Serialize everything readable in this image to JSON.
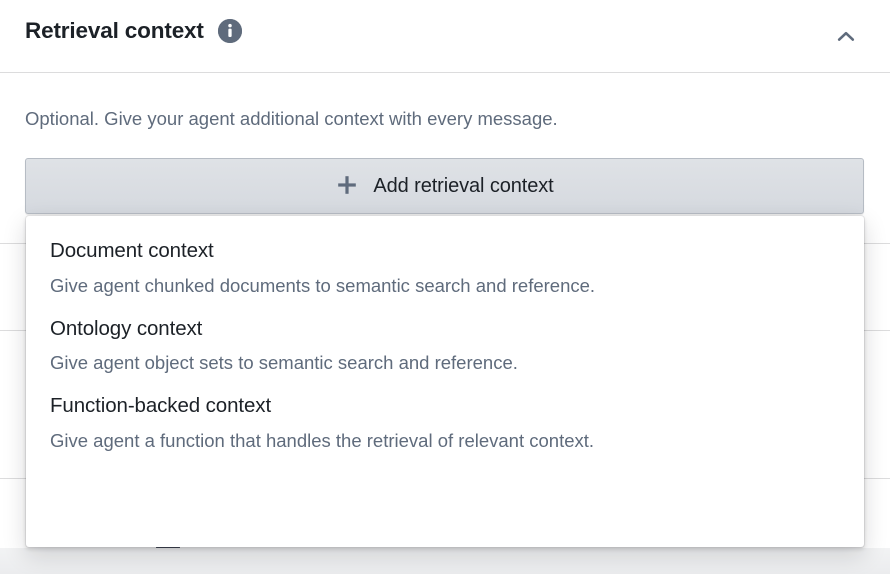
{
  "section": {
    "title": "Retrieval context",
    "info_icon": "info-icon",
    "collapse_icon": "chevron-up-icon",
    "description": "Optional. Give your agent additional context with every message.",
    "add_button": {
      "icon": "plus-icon",
      "label": "Add retrieval context"
    }
  },
  "context_type_menu": {
    "items": [
      {
        "title": "Document context",
        "description": "Give agent chunked documents to semantic search and reference."
      },
      {
        "title": "Ontology context",
        "description": "Give agent object sets to semantic search and reference."
      },
      {
        "title": "Function-backed context",
        "description": "Give agent a function that handles the retrieval of relevant context."
      }
    ]
  },
  "colors": {
    "text_primary": "#1c2127",
    "text_muted": "#5f6b7c",
    "divider": "#dcdcdd",
    "button_border": "#b6bcc4",
    "button_fill": "#d9dde2",
    "icon_slate": "#5f6b7c",
    "surface": "#ffffff"
  }
}
